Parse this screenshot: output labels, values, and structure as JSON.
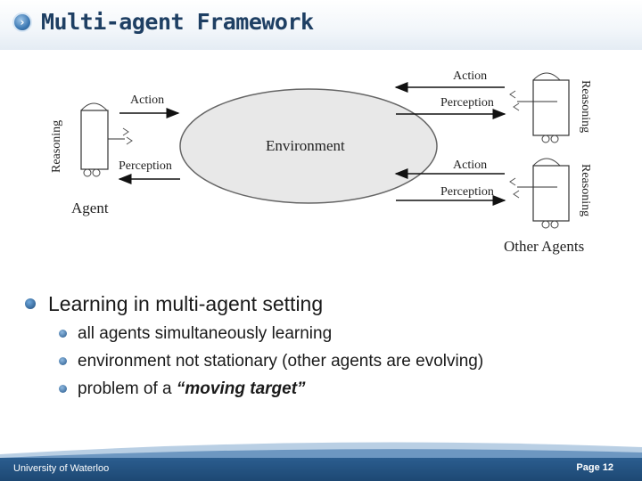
{
  "slide": {
    "title": "Multi-agent Framework"
  },
  "diagram": {
    "agent_label": "Agent",
    "agent_reasoning": "Reasoning",
    "agent_action": "Action",
    "agent_perception": "Perception",
    "environment": "Environment",
    "other_agent_1": {
      "action": "Action",
      "perception": "Perception",
      "reasoning": "Reasoning"
    },
    "other_agent_2": {
      "action": "Action",
      "perception": "Perception",
      "reasoning": "Reasoning"
    },
    "other_agents_label": "Other Agents"
  },
  "bullets": {
    "main": "Learning in multi-agent setting",
    "sub": [
      {
        "text": "all agents simultaneously learning"
      },
      {
        "text": "environment not stationary (other agents are evolving)"
      },
      {
        "prefix": "problem of a ",
        "emphasis": "“moving target”"
      }
    ]
  },
  "footer": {
    "organization": "University of Waterloo",
    "page": "Page 12"
  },
  "colors": {
    "title": "#1e3f63",
    "footer_bar": "#2b5d8f",
    "environment_fill": "#e8e8e8"
  }
}
